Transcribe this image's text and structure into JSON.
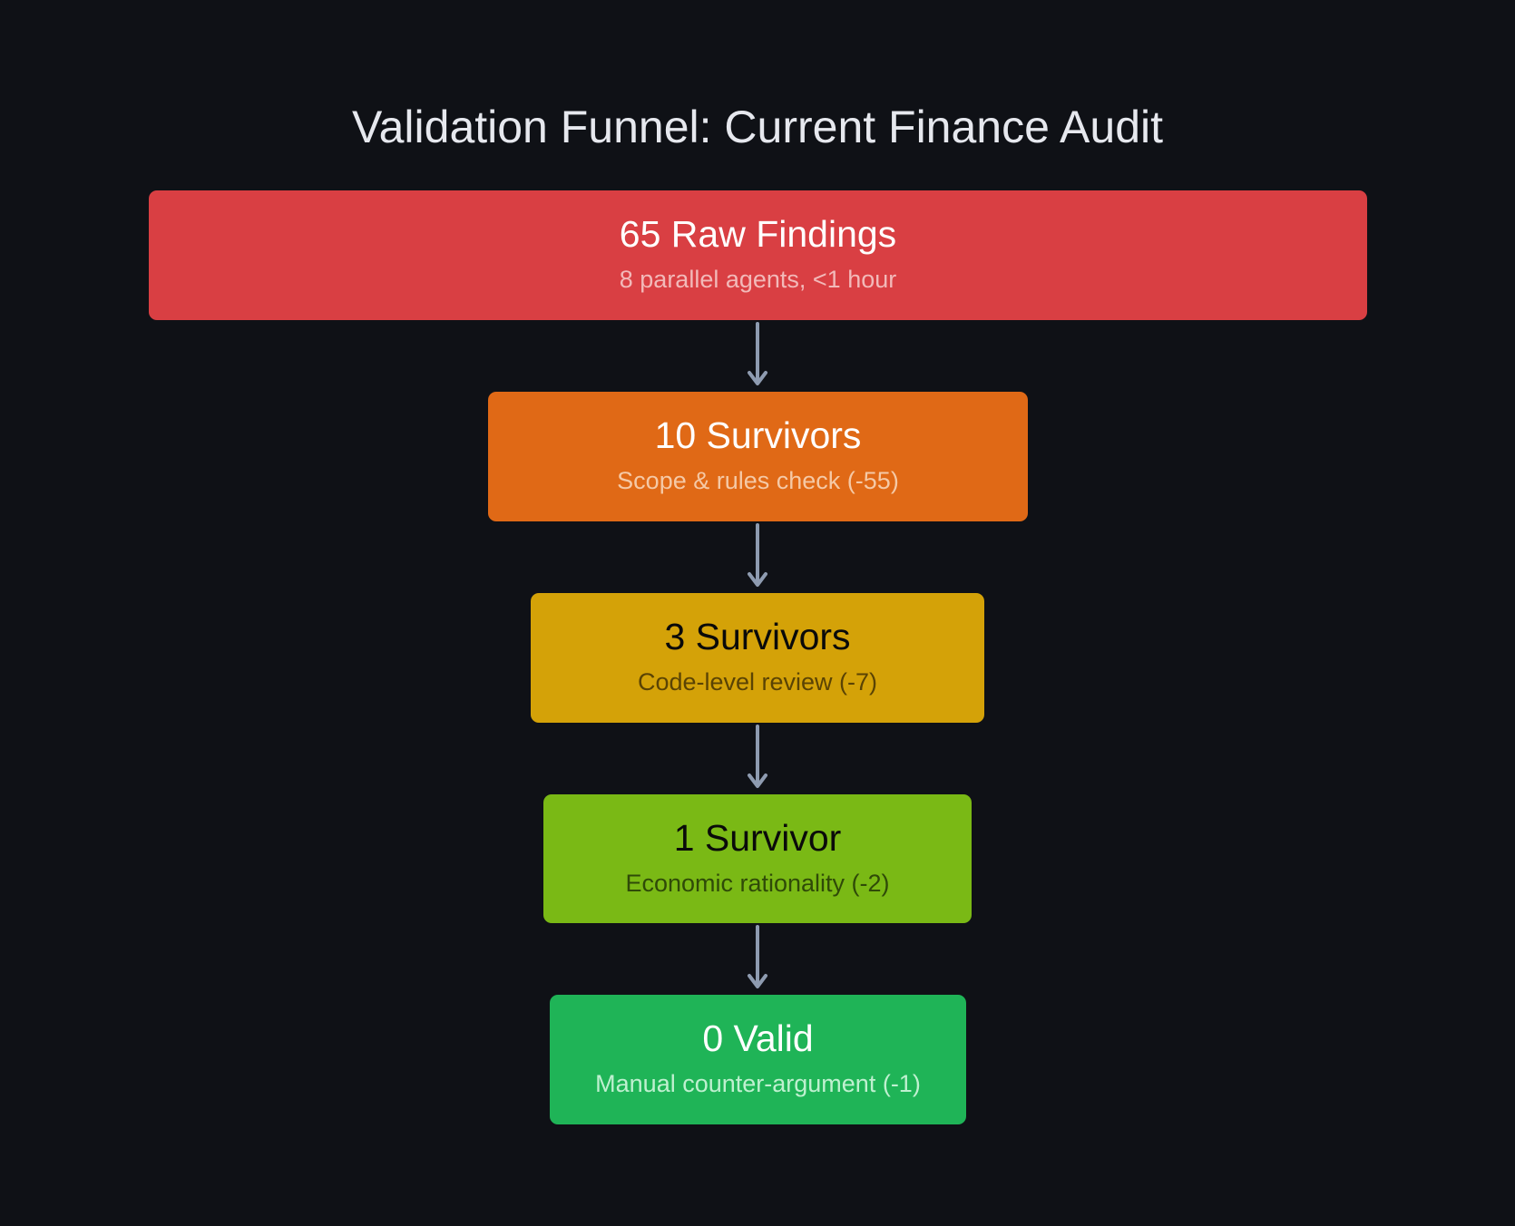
{
  "title": "Validation Funnel: Current Finance Audit",
  "colors": {
    "background": "#0f1116",
    "arrow": "#8e9bb0"
  },
  "stages": [
    {
      "label": "65 Raw Findings",
      "detail": "8 parallel agents, <1 hour",
      "count": 65,
      "fill": "#d93f43",
      "label_color": "#ffffff",
      "detail_color": "#f2b9b9"
    },
    {
      "label": "10 Survivors",
      "detail": "Scope & rules check  (-55)",
      "count": 10,
      "fill": "#e06916",
      "label_color": "#ffffff",
      "detail_color": "#f5c9a6"
    },
    {
      "label": "3 Survivors",
      "detail": "Code-level review  (-7)",
      "count": 3,
      "fill": "#d4a208",
      "label_color": "#0a0a0a",
      "detail_color": "#5a4304"
    },
    {
      "label": "1 Survivor",
      "detail": "Economic rationality  (-2)",
      "count": 1,
      "fill": "#7ab915",
      "label_color": "#0a0a0a",
      "detail_color": "#2f4a08"
    },
    {
      "label": "0 Valid",
      "detail": "Manual counter-argument  (-1)",
      "count": 0,
      "fill": "#1fb457",
      "label_color": "#ffffff",
      "detail_color": "#bff0d0"
    }
  ]
}
